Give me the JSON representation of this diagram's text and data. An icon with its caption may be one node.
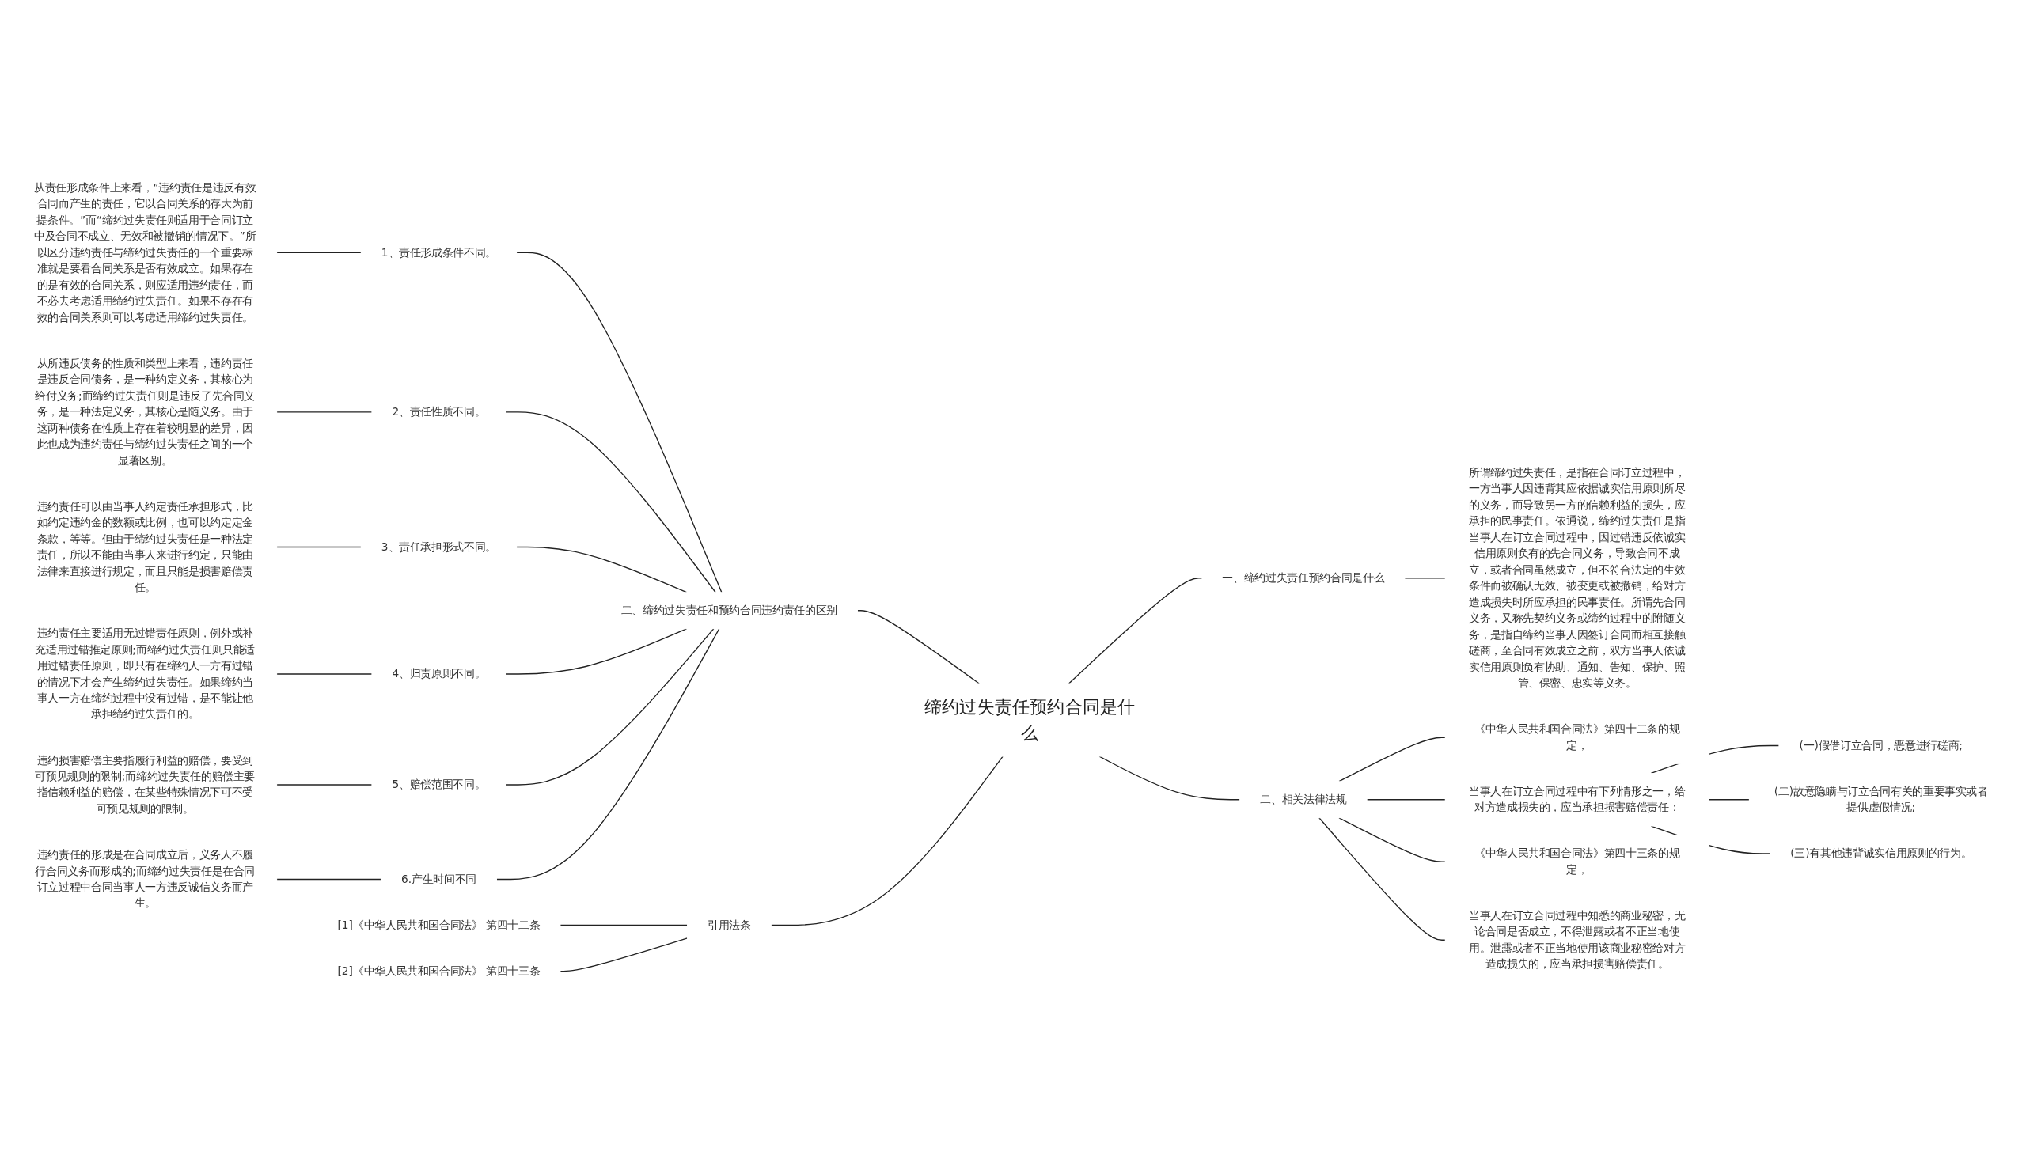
{
  "diagram": {
    "nodes": [
      {
        "text": [
          "缔约过失责任预约合同是什么"
        ]
      },
      {
        "text": [
          "一、缔约过失责任预约合同是什么"
        ]
      },
      {
        "text": [
          "所谓缔约过失责任，是指在合同订立过程中，一方当事人因违背其应依据诚实信用原则所尽的义务，而导致另一方的信赖利益的损失，应承担的民事责任。依通说，缔约过失责任是指当事人在订立合同过程中，因过错违反依诚实信用原则负有的先合同义务，导致合同不成立，或者合同虽然成立，但不符合法定的生效条件而被确认无效、被变更或被撤销，给对方造成损失时所应承担的民事责任。所谓先合同义务，又称先契约义务或缔约过程中的附随义务，是指自缔约当事人因签订合同而相互接触磋商，至合同有效成立之前，双方当事人依诚实信用原则负有协助、通知、告知、保护、照管、保密、忠实等义务。"
        ]
      },
      {
        "text": [
          "二、相关法律法规"
        ]
      },
      {
        "text": [
          "《中华人民共和国合同法》第四十二条的规定，"
        ]
      },
      {
        "text": [
          "当事人在订立合同过程中有下列情形之一，给对方造成损失的，应当承担损害赔偿责任："
        ]
      },
      {
        "text": [
          "(一)假借订立合同，恶意进行磋商;"
        ]
      },
      {
        "text": [
          "(二)故意隐瞒与订立合同有关的重要事实或者提供虚假情况;"
        ]
      },
      {
        "text": [
          "(三)有其他违背诚实信用原则的行为。"
        ]
      },
      {
        "text": [
          "《中华人民共和国合同法》第四十三条的规定，"
        ]
      },
      {
        "text": [
          "当事人在订立合同过程中知悉的商业秘密，无论合同是否成立，不得泄露或者不正当地使用。泄露或者不正当地使用该商业秘密给对方造成损失的，应当承担损害赔偿责任。"
        ]
      },
      {
        "text": [
          "二、缔约过失责任和预约合同违约责任的区别"
        ]
      },
      {
        "text": [
          "1、责任形成条件不同。"
        ]
      },
      {
        "text": [
          "从责任形成条件上来看，“违约责任是违反有效合同而产生的责任，它以合同关系的存大为前提条件。”而“缔约过失责任则适用于合同订立中及合同不成立、无效和被撤销的情况下。”所以区分违约责任与缔约过失责任的一个重要标准就是要看合同关系是否有效成立。如果存在的是有效的合同关系，则应适用违约责任，而不必去考虑适用缔约过失责任。如果不存在有效的合同关系则可以考虑适用缔约过失责任。"
        ]
      },
      {
        "text": [
          "2、责任性质不同。"
        ]
      },
      {
        "text": [
          "从所违反债务的性质和类型上来看，违约责任是违反合同债务，是一种约定义务，其核心为给付义务;而缔约过失责任则是违反了先合同义务，是一种法定义务，其核心是随义务。由于这两种债务在性质上存在着较明显的差异，因此也成为违约责任与缔约过失责任之间的一个显著区别。"
        ]
      },
      {
        "text": [
          "3、责任承担形式不同。"
        ]
      },
      {
        "text": [
          "违约责任可以由当事人约定责任承担形式，比如约定违约金的数额或比例，也可以约定定金条款，等等。但由于缔约过失责任是一种法定责任，所以不能由当事人来进行约定，只能由法律来直接进行规定，而且只能是损害赔偿责任。"
        ]
      },
      {
        "text": [
          "4、归责原则不同。"
        ]
      },
      {
        "text": [
          "违约责任主要适用无过错责任原则，例外或补充适用过错推定原则;而缔约过失责任则只能适用过错责任原则，即只有在缔约人一方有过错的情况下才会产生缔约过失责任。如果缔约当事人一方在缔约过程中没有过错，是不能让他承担缔约过失责任的。"
        ]
      },
      {
        "text": [
          "5、赔偿范围不同。"
        ]
      },
      {
        "text": [
          "违约损害赔偿主要指履行利益的赔偿，要受到可预见规则的限制;而缔约过失责任的赔偿主要指信赖利益的赔偿，在某些特殊情况下可不受可预见规则的限制。"
        ]
      },
      {
        "text": [
          "6.产生时间不同"
        ]
      },
      {
        "text": [
          "违约责任的形成是在合同成立后，义务人不履行合同义务而形成的;而缔约过失责任是在合同订立过程中合同当事人一方违反诚信义务而产生。"
        ]
      },
      {
        "text": [
          "引用法条"
        ]
      },
      {
        "text": [
          "[1]《中华人民共和国合同法》 第四十二条"
        ]
      },
      {
        "text": [
          "[2]《中华人民共和国合同法》 第四十三条"
        ]
      }
    ],
    "edges": [
      {
        "from": 0,
        "to": 1,
        "arrow": "none"
      },
      {
        "from": 1,
        "to": 2,
        "arrow": "none"
      },
      {
        "from": 0,
        "to": 3,
        "arrow": "none"
      },
      {
        "from": 3,
        "to": 4,
        "arrow": "none"
      },
      {
        "from": 3,
        "to": 5,
        "arrow": "none"
      },
      {
        "from": 5,
        "to": 6,
        "arrow": "none"
      },
      {
        "from": 5,
        "to": 7,
        "arrow": "none"
      },
      {
        "from": 5,
        "to": 8,
        "arrow": "none"
      },
      {
        "from": 3,
        "to": 9,
        "arrow": "none"
      },
      {
        "from": 3,
        "to": 10,
        "arrow": "none"
      },
      {
        "from": 0,
        "to": 11,
        "arrow": "none"
      },
      {
        "from": 11,
        "to": 12,
        "arrow": "none"
      },
      {
        "from": 12,
        "to": 13,
        "arrow": "none"
      },
      {
        "from": 11,
        "to": 14,
        "arrow": "none"
      },
      {
        "from": 14,
        "to": 15,
        "arrow": "none"
      },
      {
        "from": 11,
        "to": 16,
        "arrow": "none"
      },
      {
        "from": 16,
        "to": 17,
        "arrow": "none"
      },
      {
        "from": 11,
        "to": 18,
        "arrow": "none"
      },
      {
        "from": 18,
        "to": 19,
        "arrow": "none"
      },
      {
        "from": 11,
        "to": 20,
        "arrow": "none"
      },
      {
        "from": 20,
        "to": 21,
        "arrow": "none"
      },
      {
        "from": 11,
        "to": 22,
        "arrow": "none"
      },
      {
        "from": 22,
        "to": 23,
        "arrow": "none"
      },
      {
        "from": 0,
        "to": 24,
        "arrow": "none"
      },
      {
        "from": 24,
        "to": 25,
        "arrow": "none"
      },
      {
        "from": 24,
        "to": 26,
        "arrow": "none"
      }
    ]
  }
}
